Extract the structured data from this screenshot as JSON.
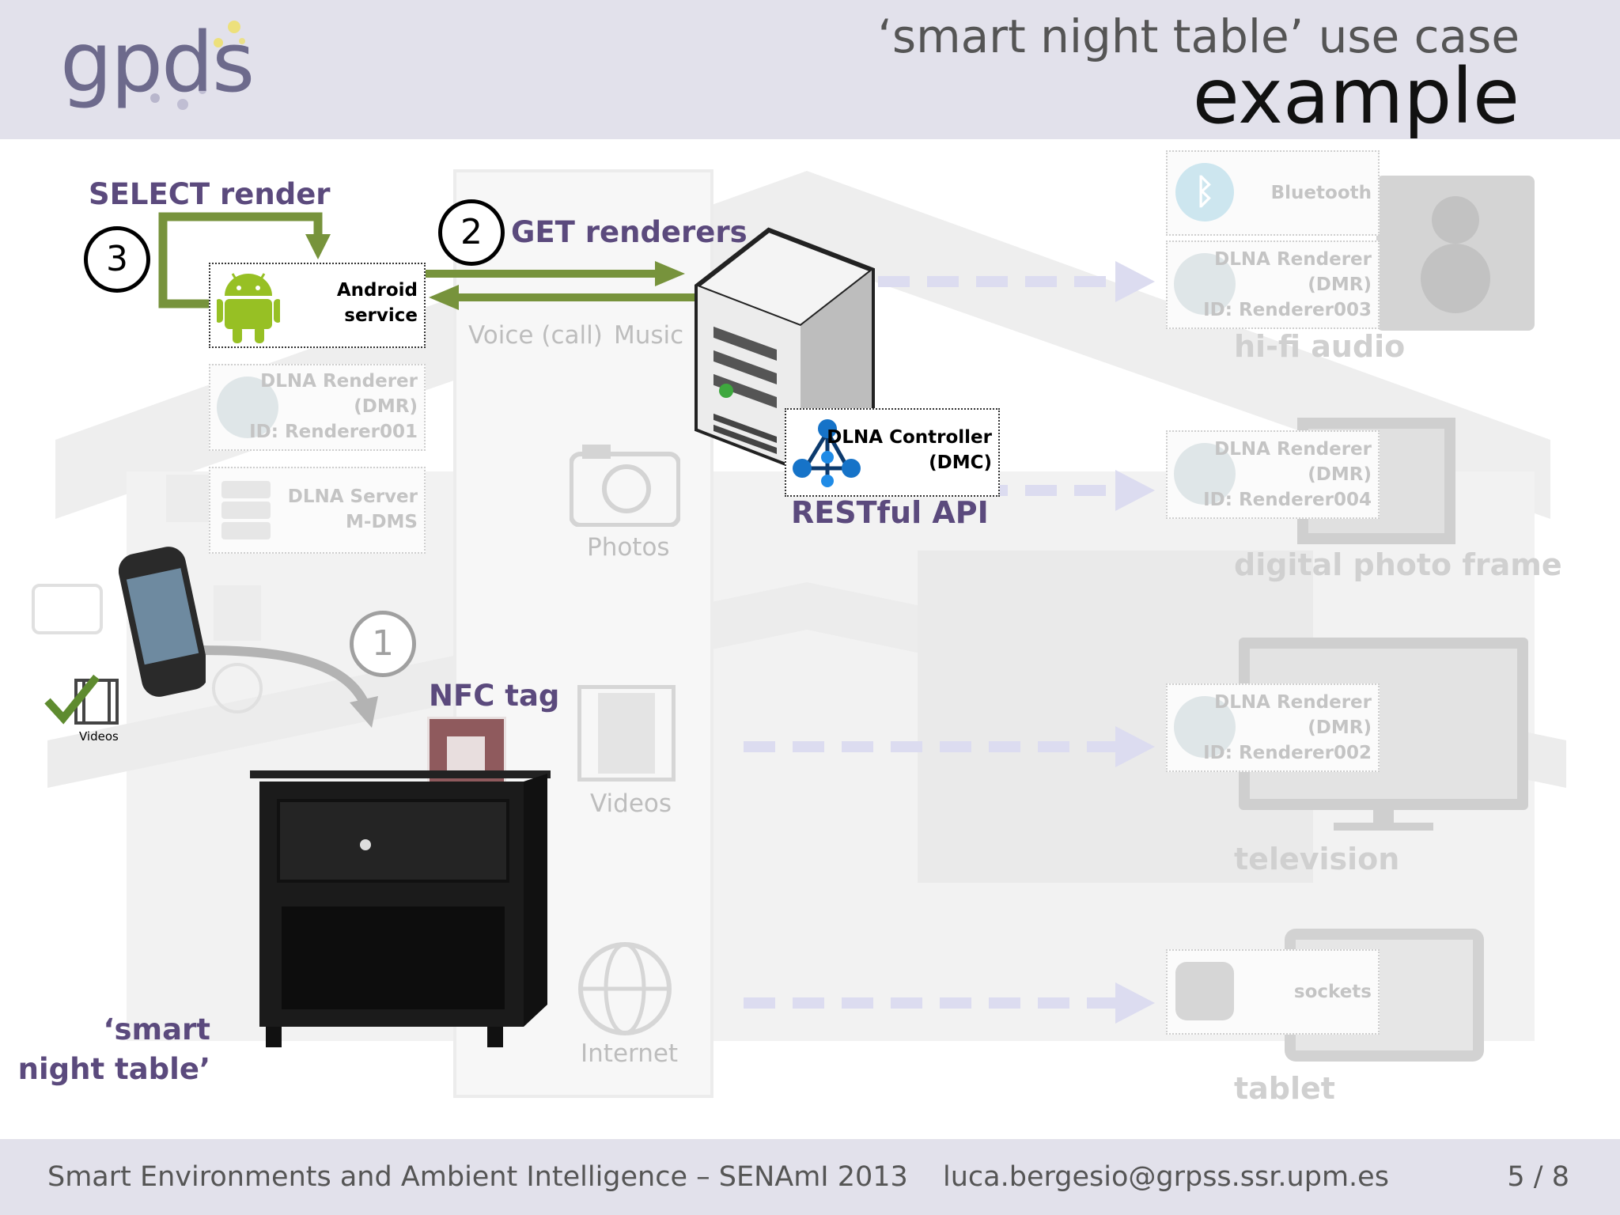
{
  "header": {
    "logo_text": "gpds",
    "title_line1": "‘smart night table’ use case",
    "title_line2": "example"
  },
  "steps": {
    "step1": "1",
    "step2": "2",
    "step3": "3",
    "select_render": "SELECT render",
    "get_renderers": "GET renderers"
  },
  "android": {
    "label_line1": "Android",
    "label_line2": "service"
  },
  "left_boxes": [
    {
      "line1": "DLNA Renderer",
      "line2": "(DMR)",
      "line3": "ID: Renderer001"
    },
    {
      "line1": "DLNA Server",
      "line2": "M-DMS"
    }
  ],
  "middle_panel": {
    "voice": "Voice (call)",
    "music": "Music",
    "photos": "Photos",
    "videos": "Videos",
    "internet": "Internet"
  },
  "controller": {
    "line1": "DLNA Controller",
    "line2": "(DMC)",
    "api": "RESTful API"
  },
  "right_devices": [
    {
      "box_lines": [
        "Bluetooth"
      ],
      "icon": "bluetooth-icon"
    },
    {
      "box_lines": [
        "DLNA Renderer",
        "(DMR)",
        "ID: Renderer003"
      ],
      "name": "hi-fi audio",
      "icon": "film-reel-icon"
    },
    {
      "box_lines": [
        "DLNA Renderer",
        "(DMR)",
        "ID: Renderer004"
      ],
      "name": "digital photo frame",
      "icon": "film-reel-icon"
    },
    {
      "box_lines": [
        "DLNA Renderer",
        "(DMR)",
        "ID: Renderer002"
      ],
      "name": "television",
      "icon": "film-reel-icon"
    },
    {
      "box_lines": [
        "sockets"
      ],
      "name": "tablet",
      "icon": "socket-icon"
    }
  ],
  "phone": {
    "videos_label": "Videos"
  },
  "nfc": {
    "label": "NFC tag"
  },
  "night_table": {
    "line1": "‘smart",
    "line2": "night table’"
  },
  "footer": {
    "conference": "Smart Environments and Ambient Intelligence – SENAmI 2013",
    "email": "luca.bergesio@grpss.ssr.upm.es",
    "page": "5 / 8"
  },
  "colors": {
    "accent_purple": "#5b4a7d",
    "arrow_green": "#77933c",
    "header_bg": "#e2e1eb",
    "android_green": "#97c024"
  }
}
